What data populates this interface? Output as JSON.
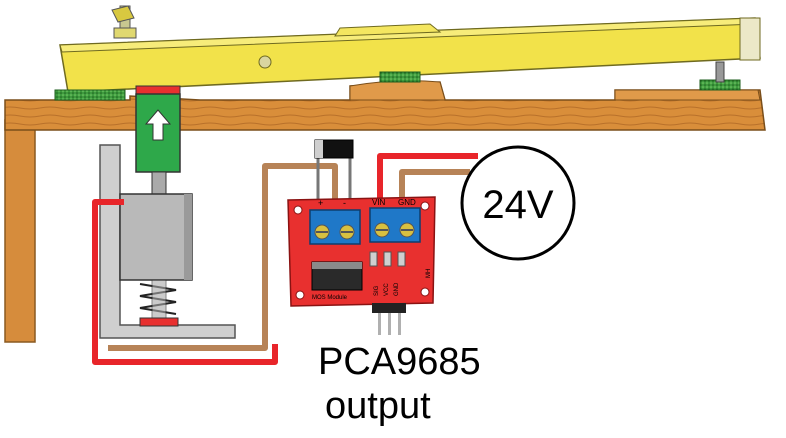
{
  "voltage_label": "24V",
  "controller_label_line1": "PCA9685",
  "controller_label_line2": "output",
  "module": {
    "name": "MOS Module",
    "input_terminal_labels": [
      "+",
      "-"
    ],
    "supply_terminal_labels": [
      "VIN",
      "GND"
    ],
    "header_labels": [
      "SIG",
      "VCC",
      "GND"
    ],
    "side_label": "MH"
  },
  "colors": {
    "beam": "#f2e24a",
    "wood": "#d98e3a",
    "board_red": "#e8302f",
    "terminal_blue": "#1f78c8",
    "wire_red": "#e8252a",
    "wire_brown": "#b78357",
    "solenoid_green": "#2ea84a",
    "felt_green": "#3e9b3e"
  },
  "icons": [
    "arrow-up-icon",
    "diode-icon",
    "spring-icon"
  ]
}
